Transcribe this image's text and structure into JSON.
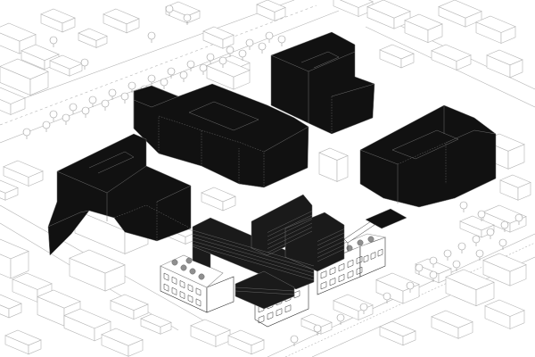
{
  "diagram": {
    "kind": "axonometric urban massing drawing",
    "colors": {
      "paper": "#ffffff",
      "context_line": "#b5b5b5",
      "tree_line": "#9a9a9a",
      "massing_fill": "#111111",
      "massing_edge": "#6e6e6e",
      "detail_line": "#333333",
      "roof_green": "#8f8f8f"
    },
    "blocks": [
      {
        "id": "north-courtyard-block"
      },
      {
        "id": "northeast-tower-block"
      },
      {
        "id": "west-wing-block"
      },
      {
        "id": "east-courtyard-block"
      },
      {
        "id": "central-detailed-project"
      }
    ]
  }
}
